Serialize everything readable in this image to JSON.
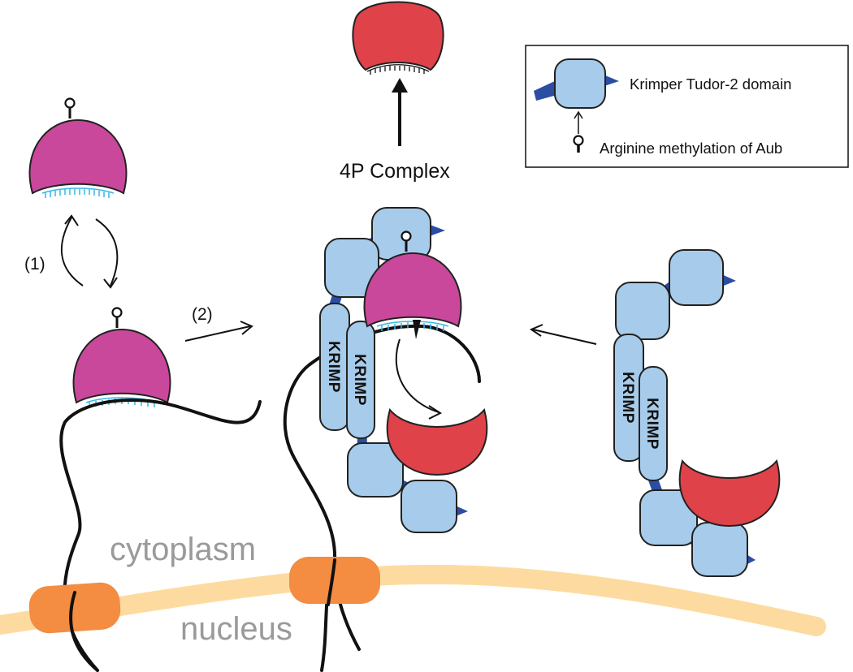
{
  "labels": {
    "complex": "4P Complex",
    "step1": "(1)",
    "step2": "(2)",
    "cytoplasm": "cytoplasm",
    "nucleus": "nucleus",
    "krimp": "KRIMP"
  },
  "legend": {
    "tudor_domain": "Krimper Tudor-2 domain",
    "arginine_methylation": "Arginine methylation of Aub"
  },
  "colors": {
    "aub": "#c9489b",
    "ago3": "#e0424a",
    "tudor": "#a7cbea",
    "linker": "#2b4ea2",
    "membrane": "#fddba0",
    "pore": "#f48c42",
    "pirna_ticks": "#38b7e6",
    "region_text": "#9a9a9a"
  }
}
